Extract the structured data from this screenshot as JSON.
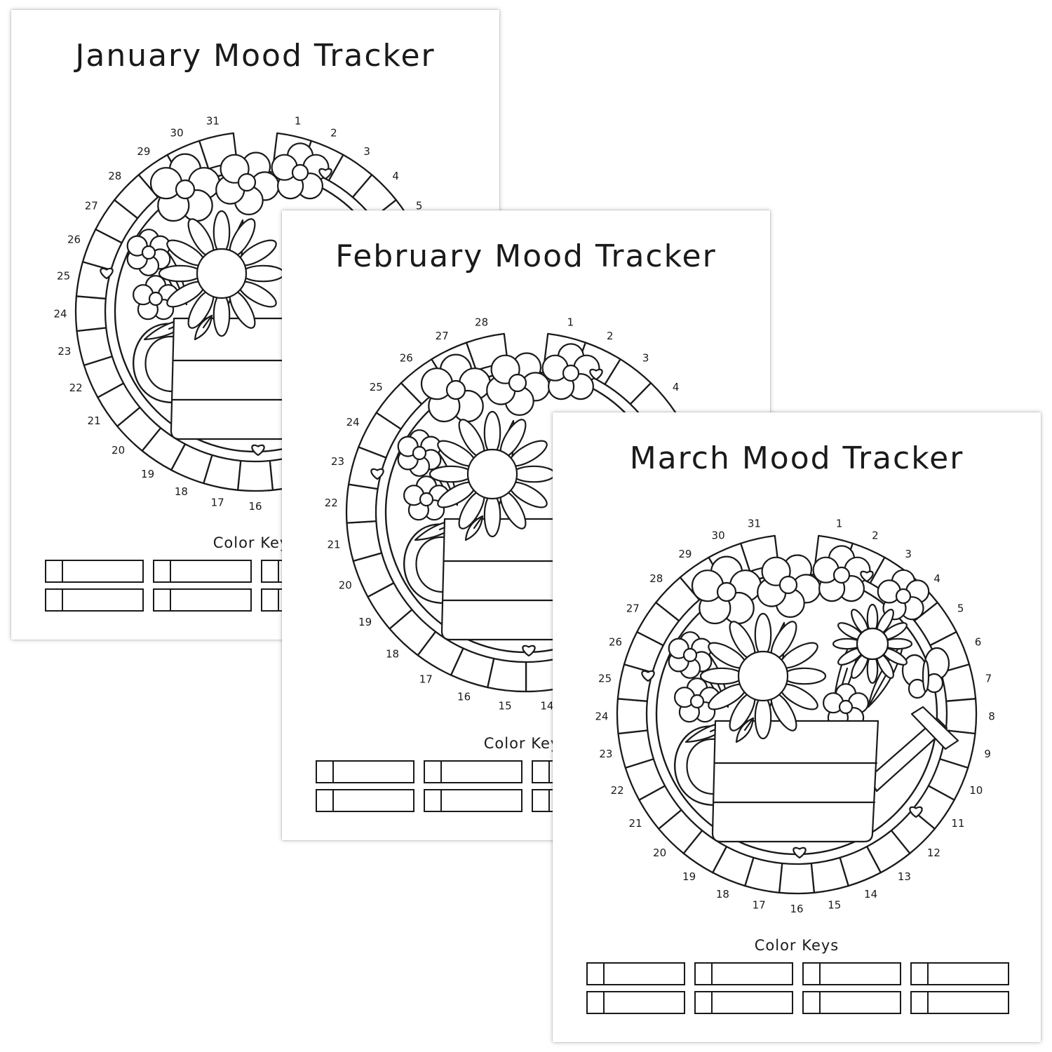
{
  "sheets": [
    {
      "id": "jan",
      "title": "January Mood Tracker",
      "days": 31,
      "color_keys_label": "Color Keys",
      "key_slots": 8,
      "variant": "simple"
    },
    {
      "id": "feb",
      "title": "February Mood Tracker",
      "days": 28,
      "color_keys_label": "Color Keys",
      "key_slots": 8,
      "variant": "simple"
    },
    {
      "id": "mar",
      "title": "March Mood Tracker",
      "days": 31,
      "color_keys_label": "Color Keys",
      "key_slots": 8,
      "variant": "full"
    }
  ],
  "colors": {
    "ink": "#1a1a1a",
    "paper": "#ffffff"
  }
}
